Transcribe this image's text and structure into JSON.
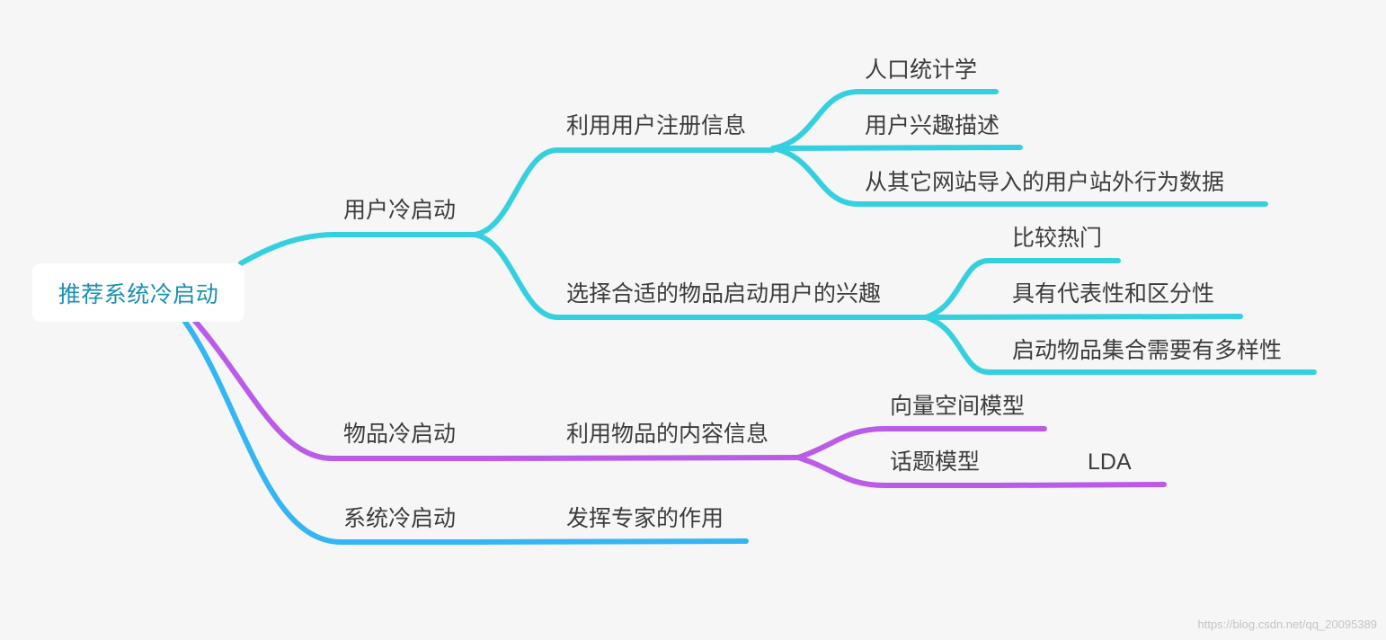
{
  "root": {
    "label": "推荐系统冷启动"
  },
  "colors": {
    "user_branch": "#35d0e0",
    "item_branch": "#bb5ce9",
    "system_branch": "#35b6f2",
    "root_text": "#1d8fae",
    "node_text": "#3c3c3c",
    "background": "#f5f6f5"
  },
  "branches": {
    "user": {
      "label": "用户冷启动",
      "register_info": {
        "label": "利用用户注册信息",
        "items": [
          "人口统计学",
          "用户兴趣描述",
          "从其它网站导入的用户站外行为数据"
        ]
      },
      "choose_items": {
        "label": "选择合适的物品启动用户的兴趣",
        "items": [
          "比较热门",
          "具有代表性和区分性",
          "启动物品集合需要有多样性"
        ]
      }
    },
    "item": {
      "label": "物品冷启动",
      "content_info": {
        "label": "利用物品的内容信息",
        "items": [
          "向量空间模型",
          "话题模型"
        ],
        "topic_model_child": "LDA"
      }
    },
    "system": {
      "label": "系统冷启动",
      "expert": {
        "label": "发挥专家的作用"
      }
    }
  },
  "watermark": "https://blog.csdn.net/qq_20095389"
}
